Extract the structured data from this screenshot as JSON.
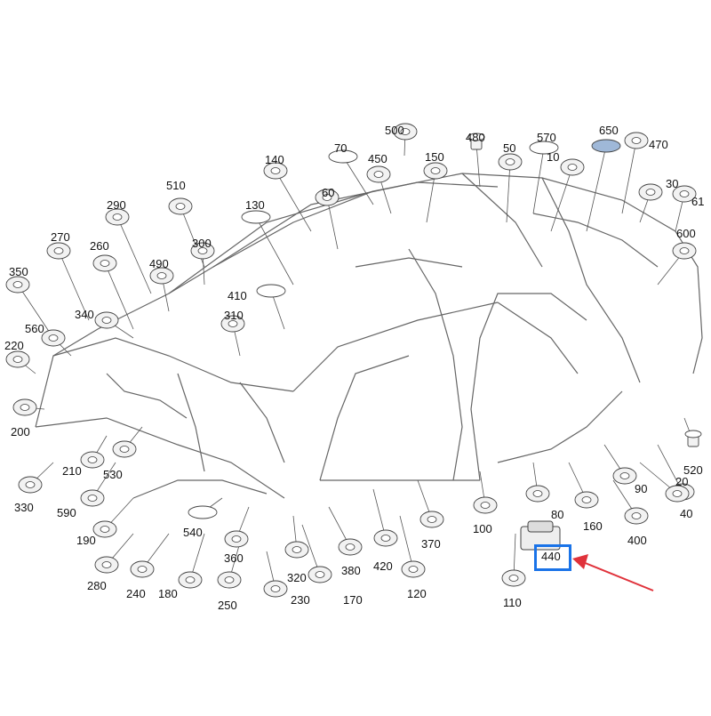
{
  "diagram": {
    "parts": [
      {
        "id": "p500",
        "label": "500",
        "icon": "grommet-icon"
      },
      {
        "id": "p480",
        "label": "480",
        "icon": "push-clip-icon"
      },
      {
        "id": "p570",
        "label": "570",
        "icon": "oval-plug-icon"
      },
      {
        "id": "p650",
        "label": "650",
        "icon": "oval-plug-icon"
      },
      {
        "id": "p470",
        "label": "470",
        "icon": "grommet-icon"
      },
      {
        "id": "p70",
        "label": "70",
        "icon": "oval-plug-icon"
      },
      {
        "id": "p140",
        "label": "140",
        "icon": "grommet-icon"
      },
      {
        "id": "p450",
        "label": "450",
        "icon": "grommet-icon"
      },
      {
        "id": "p150",
        "label": "150",
        "icon": "grommet-icon"
      },
      {
        "id": "p50",
        "label": "50",
        "icon": "grommet-icon"
      },
      {
        "id": "p10",
        "label": "10",
        "icon": "grommet-icon"
      },
      {
        "id": "p30",
        "label": "30",
        "icon": "grommet-icon"
      },
      {
        "id": "p61",
        "label": "61",
        "icon": "grommet-icon"
      },
      {
        "id": "p510",
        "label": "510",
        "icon": "grommet-icon"
      },
      {
        "id": "p60",
        "label": "60",
        "icon": "grommet-icon"
      },
      {
        "id": "p130",
        "label": "130",
        "icon": "oval-plug-icon"
      },
      {
        "id": "p290",
        "label": "290",
        "icon": "grommet-icon"
      },
      {
        "id": "p270",
        "label": "270",
        "icon": "grommet-icon"
      },
      {
        "id": "p260",
        "label": "260",
        "icon": "grommet-icon"
      },
      {
        "id": "p300",
        "label": "300",
        "icon": "grommet-icon"
      },
      {
        "id": "p490",
        "label": "490",
        "icon": "grommet-icon"
      },
      {
        "id": "p600",
        "label": "600",
        "icon": "grommet-icon"
      },
      {
        "id": "p350",
        "label": "350",
        "icon": "grommet-icon"
      },
      {
        "id": "p410",
        "label": "410",
        "icon": "oval-plug-icon"
      },
      {
        "id": "p340",
        "label": "340",
        "icon": "grommet-icon"
      },
      {
        "id": "p310",
        "label": "310",
        "icon": "grommet-icon"
      },
      {
        "id": "p560",
        "label": "560",
        "icon": "grommet-icon"
      },
      {
        "id": "p220",
        "label": "220",
        "icon": "grommet-icon"
      },
      {
        "id": "p200",
        "label": "200",
        "icon": "grommet-icon"
      },
      {
        "id": "p210",
        "label": "210",
        "icon": "grommet-icon"
      },
      {
        "id": "p530",
        "label": "530",
        "icon": "grommet-icon"
      },
      {
        "id": "p520",
        "label": "520",
        "icon": "push-clip-icon"
      },
      {
        "id": "p330",
        "label": "330",
        "icon": "grommet-icon"
      },
      {
        "id": "p90",
        "label": "90",
        "icon": "grommet-icon"
      },
      {
        "id": "p20",
        "label": "20",
        "icon": "grommet-icon"
      },
      {
        "id": "p590",
        "label": "590",
        "icon": "grommet-icon"
      },
      {
        "id": "p80",
        "label": "80",
        "icon": "grommet-icon"
      },
      {
        "id": "p160",
        "label": "160",
        "icon": "grommet-icon"
      },
      {
        "id": "p40",
        "label": "40",
        "icon": "grommet-icon"
      },
      {
        "id": "p100",
        "label": "100",
        "icon": "grommet-icon"
      },
      {
        "id": "p400",
        "label": "400",
        "icon": "grommet-icon"
      },
      {
        "id": "p190",
        "label": "190",
        "icon": "grommet-icon"
      },
      {
        "id": "p540",
        "label": "540",
        "icon": "oval-plug-icon"
      },
      {
        "id": "p370",
        "label": "370",
        "icon": "grommet-icon"
      },
      {
        "id": "p420",
        "label": "420",
        "icon": "grommet-icon"
      },
      {
        "id": "p360",
        "label": "360",
        "icon": "grommet-icon"
      },
      {
        "id": "p380",
        "label": "380",
        "icon": "grommet-icon"
      },
      {
        "id": "p280",
        "label": "280",
        "icon": "grommet-icon"
      },
      {
        "id": "p320",
        "label": "320",
        "icon": "grommet-icon"
      },
      {
        "id": "p240",
        "label": "240",
        "icon": "grommet-icon"
      },
      {
        "id": "p180",
        "label": "180",
        "icon": "grommet-icon"
      },
      {
        "id": "p170",
        "label": "170",
        "icon": "grommet-icon"
      },
      {
        "id": "p120",
        "label": "120",
        "icon": "grommet-icon"
      },
      {
        "id": "p110",
        "label": "110",
        "icon": "grommet-icon"
      },
      {
        "id": "p250",
        "label": "250",
        "icon": "grommet-icon"
      },
      {
        "id": "p230",
        "label": "230",
        "icon": "grommet-icon"
      }
    ],
    "highlight": {
      "label": "440",
      "box_color": "#1a73e8",
      "arrow_color": "#e0323b"
    },
    "colors": {
      "line": "#555555",
      "part_fill": "#f2f2f2",
      "part_stroke": "#444444",
      "highlight_part": "#9fb8d8"
    }
  }
}
